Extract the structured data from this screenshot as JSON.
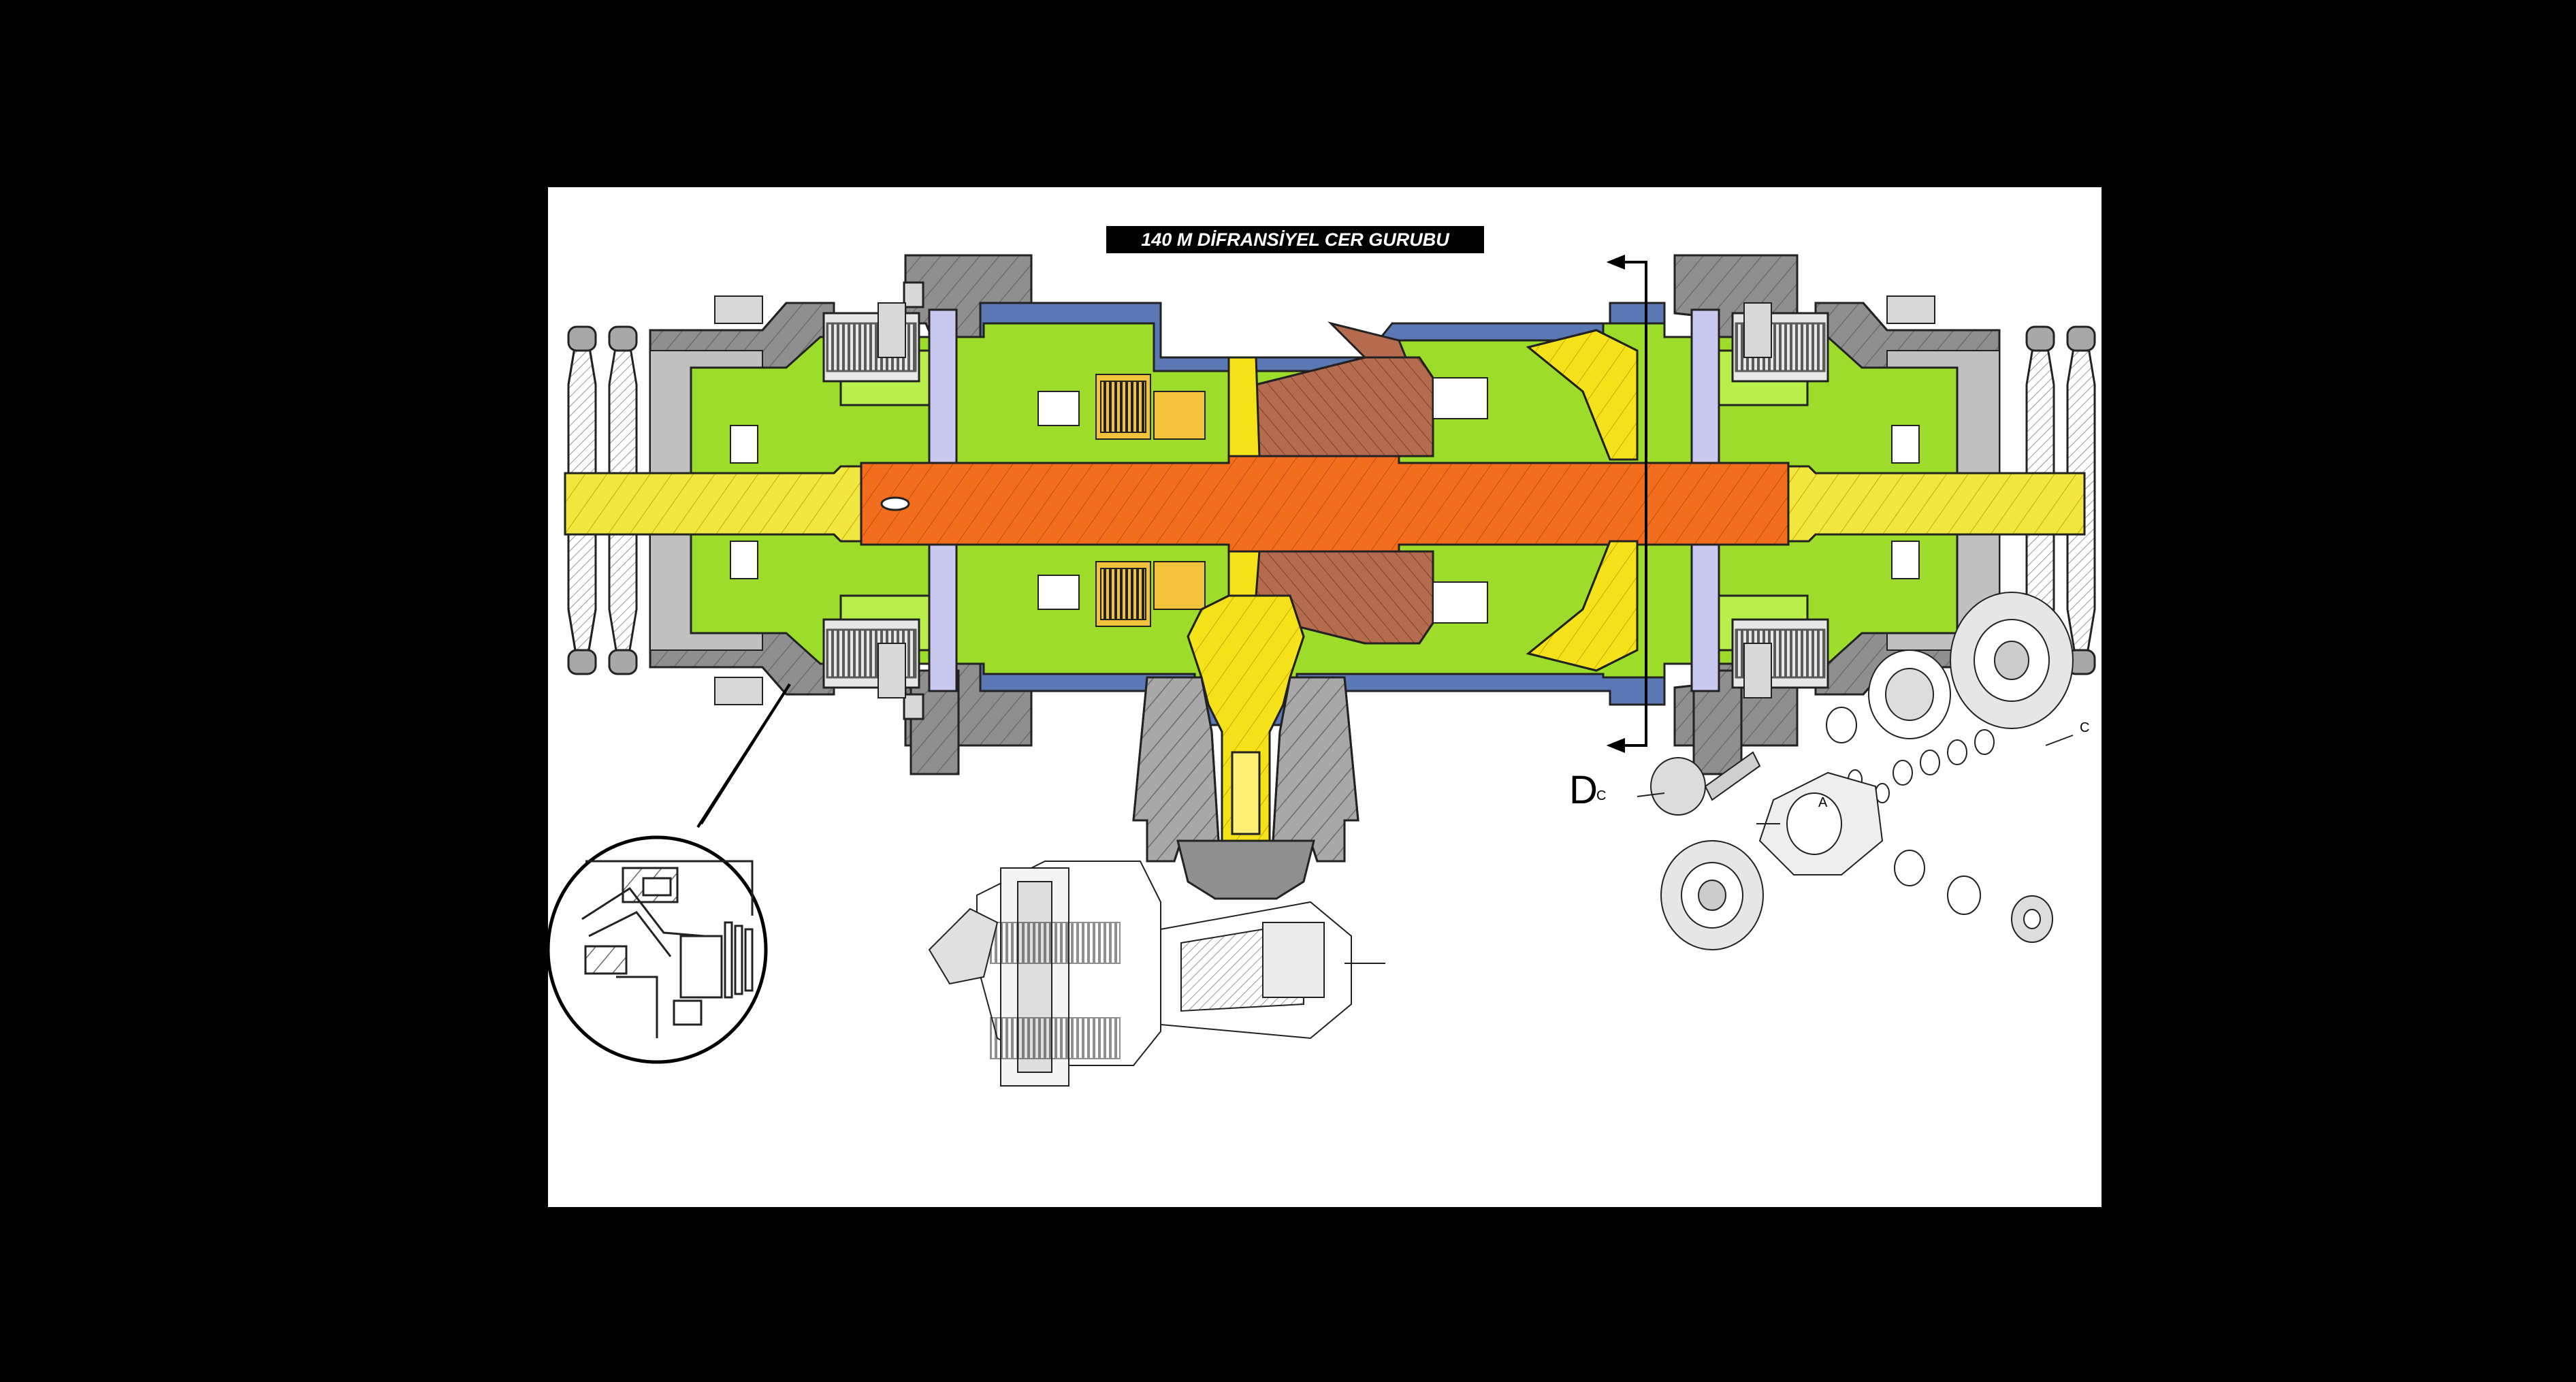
{
  "title": "140 M  DİFRANSİYEL CER GURUBU",
  "section_label": "D",
  "callouts": {
    "exploded_c_left": "C",
    "exploded_a": "A",
    "exploded_c_right": "C"
  },
  "colors": {
    "background": "#000000",
    "sheet": "#ffffff",
    "housing_green": "#9ddc2a",
    "axle_yellow": "#f2e640",
    "shaft_orange": "#f26d1e",
    "diff_brown": "#b46b4e",
    "bevel_yellow": "#f5e21a",
    "frame_gray": "#8f8f8f",
    "seal_blue": "#5b78b4"
  }
}
